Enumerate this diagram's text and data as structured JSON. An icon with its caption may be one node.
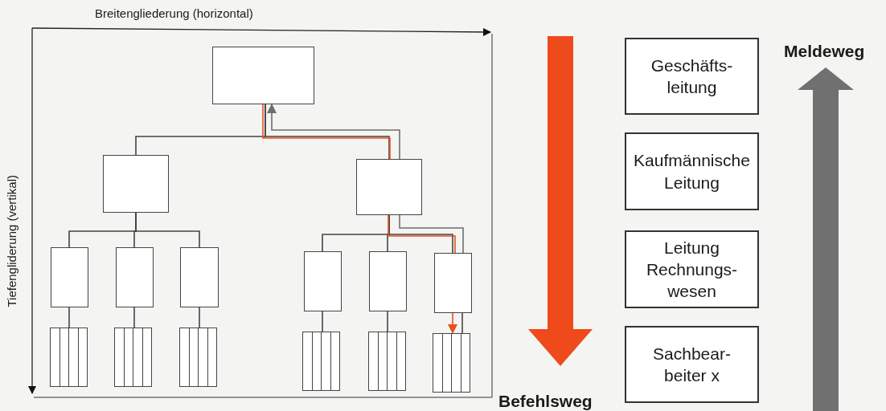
{
  "diagram": {
    "nodes": [
      {
        "text": [],
        "shape": "box"
      },
      {
        "text": [],
        "shape": "box"
      },
      {
        "text": [],
        "shape": "box"
      },
      {
        "text": [],
        "shape": "box"
      },
      {
        "text": [],
        "shape": "box"
      },
      {
        "text": [],
        "shape": "box"
      },
      {
        "text": [],
        "shape": "box"
      },
      {
        "text": [],
        "shape": "box"
      },
      {
        "text": [],
        "shape": "box"
      },
      {
        "text": [],
        "shape": "bar"
      },
      {
        "text": [],
        "shape": "bar"
      },
      {
        "text": [],
        "shape": "bar"
      },
      {
        "text": [],
        "shape": "bar"
      },
      {
        "text": [],
        "shape": "bar"
      },
      {
        "text": [],
        "shape": "bar"
      },
      {
        "text": [
          "Geschäfts- leitung"
        ]
      },
      {
        "text": [
          "Kaufmännische Leitung"
        ]
      },
      {
        "text": [
          "Leitung Rechnungs- wesen"
        ]
      },
      {
        "text": [
          "Sachbear- beiter x"
        ]
      }
    ],
    "edges": [
      {
        "from": 0,
        "to": 1,
        "arrow": "none"
      },
      {
        "from": 0,
        "to": 2,
        "arrow": "none"
      },
      {
        "from": 1,
        "to": 3,
        "arrow": "none"
      },
      {
        "from": 1,
        "to": 4,
        "arrow": "none"
      },
      {
        "from": 1,
        "to": 5,
        "arrow": "none"
      },
      {
        "from": 2,
        "to": 6,
        "arrow": "none"
      },
      {
        "from": 2,
        "to": 7,
        "arrow": "none"
      },
      {
        "from": 2,
        "to": 8,
        "arrow": "none"
      },
      {
        "from": 3,
        "to": 9,
        "arrow": "none"
      },
      {
        "from": 4,
        "to": 10,
        "arrow": "none"
      },
      {
        "from": 5,
        "to": 11,
        "arrow": "none"
      },
      {
        "from": 6,
        "to": 12,
        "arrow": "none"
      },
      {
        "from": 7,
        "to": 13,
        "arrow": "none"
      },
      {
        "from": 8,
        "to": 14,
        "arrow": "none"
      },
      {
        "from": 0,
        "to": 2,
        "arrow": "none",
        "color": "#e8501e"
      },
      {
        "from": 2,
        "to": 0,
        "arrow": "to",
        "color": "#6e6e6e"
      },
      {
        "from": 2,
        "to": 8,
        "arrow": "none",
        "color": "#e8501e"
      },
      {
        "from": 2,
        "to": 8,
        "arrow": "none",
        "color": "#6e6e6e"
      },
      {
        "from": 8,
        "to": 14,
        "arrow": "to",
        "color": "#e8501e"
      }
    ],
    "labels": [
      "Breitengliederung (horizontal)",
      "Tiefengliderung (vertikal)",
      "Befehlsweg",
      "Meldeweg"
    ]
  }
}
